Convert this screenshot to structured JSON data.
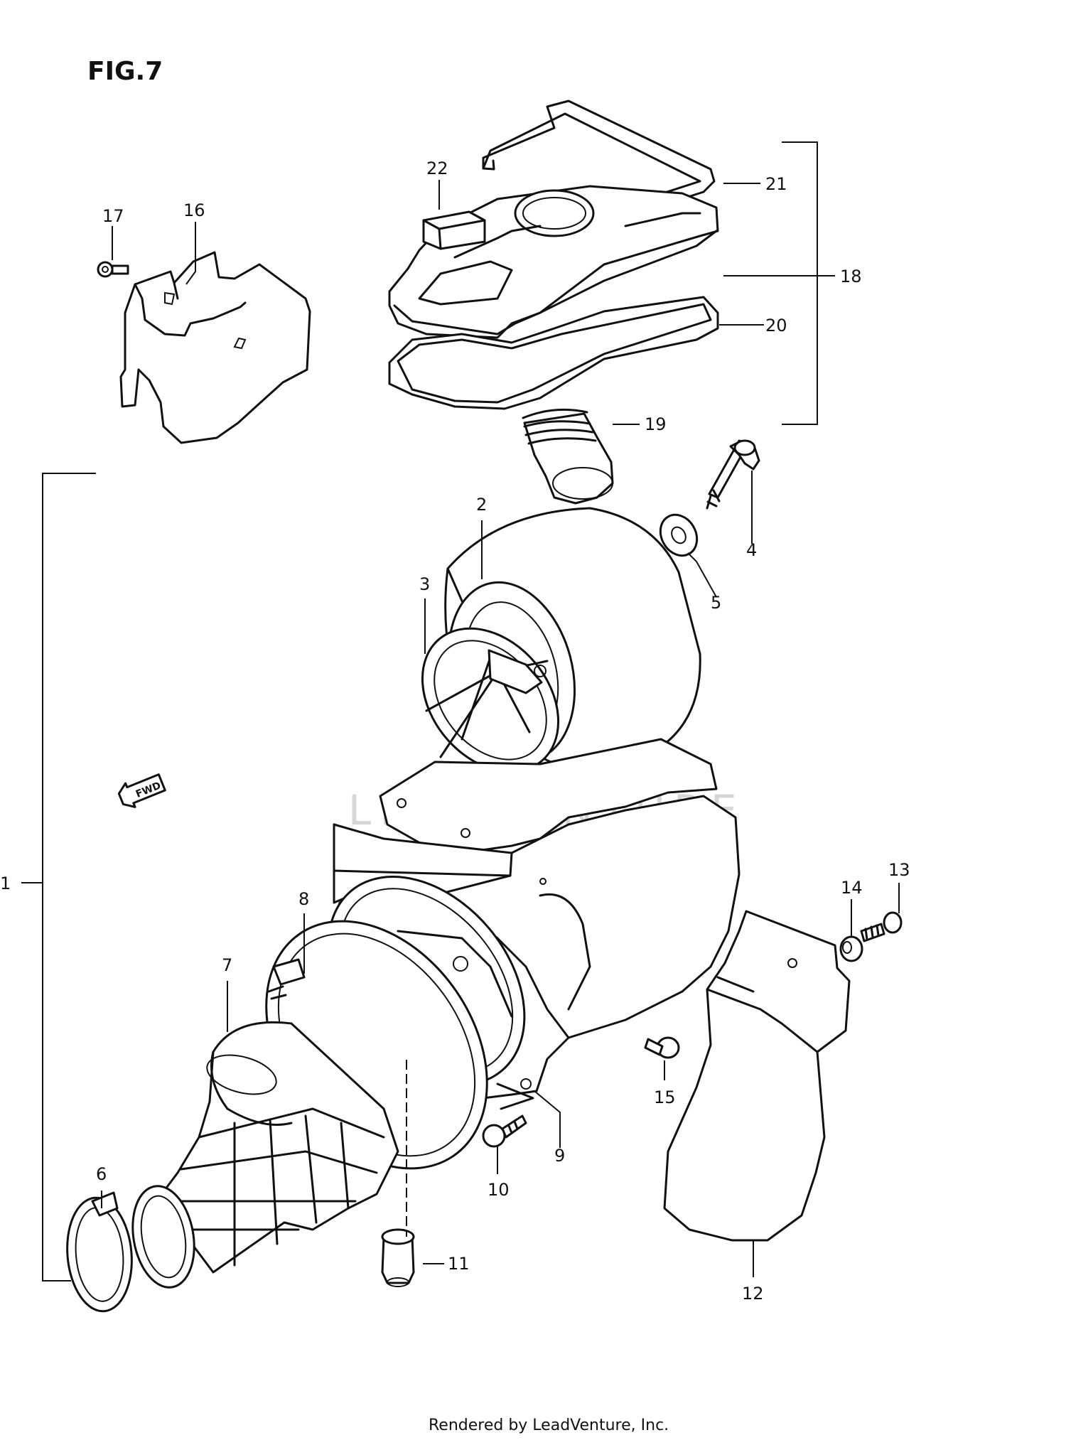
{
  "figure": {
    "title": "FIG.7"
  },
  "footer": {
    "text": "Rendered by LeadVenture, Inc."
  },
  "watermark": {
    "text": "LEADVENTURE"
  },
  "badge": {
    "text": "FWD"
  },
  "callouts": [
    {
      "id": "1",
      "text": "1"
    },
    {
      "id": "2",
      "text": "2"
    },
    {
      "id": "3",
      "text": "3"
    },
    {
      "id": "4",
      "text": "4"
    },
    {
      "id": "5",
      "text": "5"
    },
    {
      "id": "6",
      "text": "6"
    },
    {
      "id": "7",
      "text": "7"
    },
    {
      "id": "8",
      "text": "8"
    },
    {
      "id": "9",
      "text": "9"
    },
    {
      "id": "10",
      "text": "10"
    },
    {
      "id": "11",
      "text": "11"
    },
    {
      "id": "12",
      "text": "12"
    },
    {
      "id": "13",
      "text": "13"
    },
    {
      "id": "14",
      "text": "14"
    },
    {
      "id": "15",
      "text": "15"
    },
    {
      "id": "16",
      "text": "16"
    },
    {
      "id": "17",
      "text": "17"
    },
    {
      "id": "18",
      "text": "18"
    },
    {
      "id": "19",
      "text": "19"
    },
    {
      "id": "20",
      "text": "20"
    },
    {
      "id": "21",
      "text": "21"
    },
    {
      "id": "22",
      "text": "22"
    }
  ]
}
